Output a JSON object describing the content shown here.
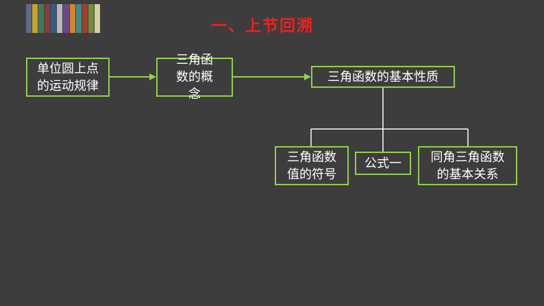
{
  "header": {
    "title": "一、上节回溯"
  },
  "decoration": {
    "book_colors": [
      "#5b6b8c",
      "#c9a227",
      "#3a7d5c",
      "#8c3b3b",
      "#2f5d8a",
      "#b9b9b9",
      "#6a4a8c",
      "#d6822b",
      "#3c8c8c",
      "#a33d2e",
      "#6f8f3a",
      "#d9cfa0"
    ]
  },
  "diagram": {
    "nodes": {
      "unit_circle": "单位圆上点的运动规律",
      "concept": "三角函数的概念",
      "properties": "三角函数的基本性质",
      "sign": "三角函数值的符号",
      "formula_one": "公式一",
      "relations": "同角三角函数的基本关系"
    },
    "colors": {
      "node_border": "#92d050",
      "arrow": "#92d050",
      "connector": "#ffffff",
      "title": "#ff1a1a",
      "background": "#3d3d3d"
    }
  }
}
